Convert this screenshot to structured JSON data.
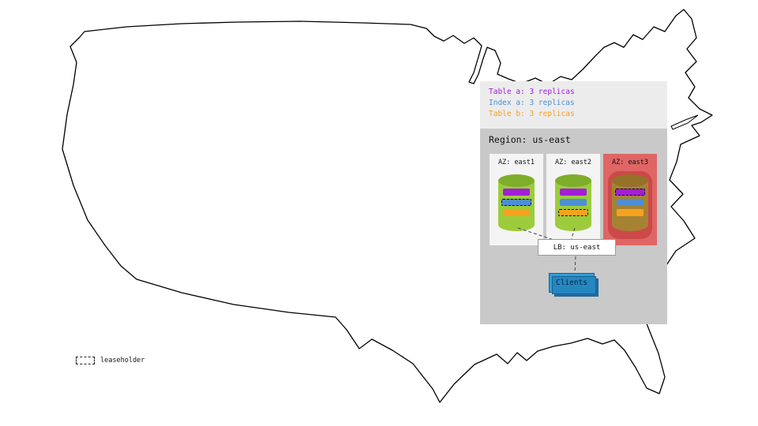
{
  "legend": {
    "items": [
      {
        "label": "Table a: 3 replicas",
        "color": "#a21fd6"
      },
      {
        "label": "Index a: 3 replicas",
        "color": "#4d8fd6"
      },
      {
        "label": "Table b: 3 replicas",
        "color": "#f6a21e"
      }
    ]
  },
  "region": {
    "title": "Region: us-east",
    "azs": [
      {
        "label": "AZ: east1",
        "leaseholder": "Index a",
        "highlighted": false
      },
      {
        "label": "AZ: east2",
        "leaseholder": "Table b",
        "highlighted": false
      },
      {
        "label": "AZ: east3",
        "leaseholder": "Table a",
        "highlighted": true
      }
    ],
    "load_balancer": {
      "label": "LB: us-east"
    },
    "clients": {
      "label": "Clients"
    }
  },
  "annotations": {
    "leaseholder_legend": "leaseholder"
  },
  "colors": {
    "table_a": "#a21fd6",
    "index_a": "#4d8fd6",
    "table_b": "#f6a21e",
    "az_highlight": "#e06565",
    "database_cylinder": "#9ccc3c",
    "clients_box": "#2f9fd9",
    "region_bg": "#c9c9c9",
    "legend_bg": "#ececec"
  }
}
